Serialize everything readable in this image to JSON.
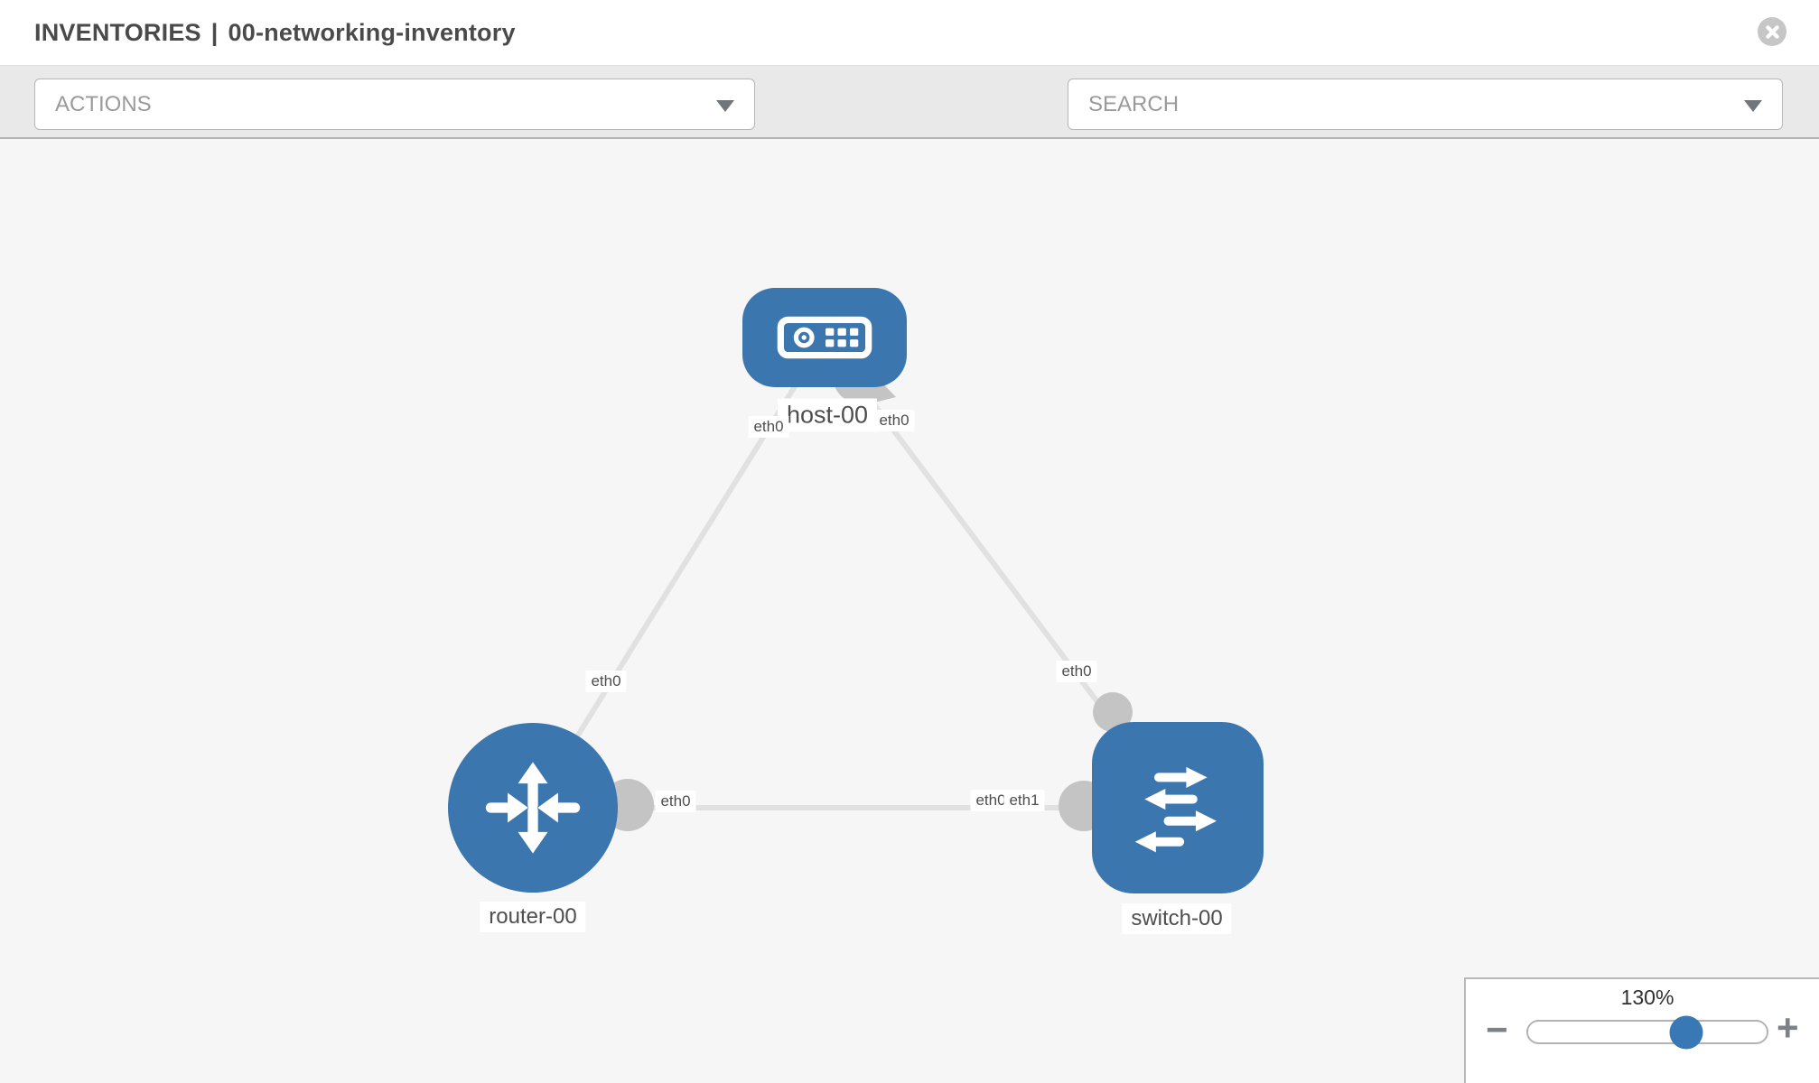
{
  "header": {
    "section": "INVENTORIES",
    "separator": "|",
    "inventory_name": "00-networking-inventory"
  },
  "toolbar": {
    "actions_label": "ACTIONS",
    "search_label": "SEARCH",
    "icons": {
      "wrench": "wrench-icon",
      "key": "key-icon"
    }
  },
  "topology": {
    "nodes": [
      {
        "label": "host-00",
        "type": "host"
      },
      {
        "label": "router-00",
        "type": "router"
      },
      {
        "label": "switch-00",
        "type": "switch"
      }
    ],
    "interface_labels": {
      "host_left": "eth0",
      "host_right": "eth0",
      "link_host_router": "eth0",
      "link_host_switch": "eth0",
      "router_port": "eth0",
      "switch_port_hidden": "eth0",
      "switch_port": "eth1"
    }
  },
  "zoom_control": {
    "level": "130%",
    "zoom_out": "−",
    "zoom_in": "+"
  },
  "colors": {
    "node_fill": "#3b76af",
    "connector_gray": "#c4c4c4",
    "link_gray": "#e1e1e1",
    "slider_thumb": "#3878b4",
    "toolbar_bg": "#e9e9e9"
  }
}
